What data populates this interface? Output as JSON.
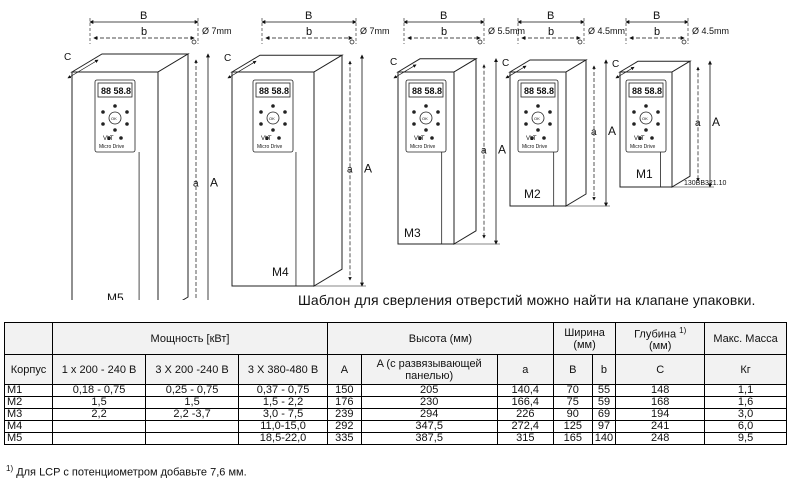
{
  "drawing": {
    "dim_B": "B",
    "dim_b": "b",
    "dim_C": "C",
    "dim_a": "a",
    "dim_A": "A",
    "display_text": "88 58.8",
    "brand": "VLT",
    "product": "Micro Drive",
    "ok": "OK",
    "ref_code": "130BB321.10",
    "housings": [
      {
        "label": "M5",
        "hole": "Ø 7mm"
      },
      {
        "label": "M4",
        "hole": "Ø 7mm"
      },
      {
        "label": "M3",
        "hole": "Ø 5.5mm"
      },
      {
        "label": "M2",
        "hole": "Ø 4.5mm"
      },
      {
        "label": "M1",
        "hole": "Ø 4.5mm"
      }
    ]
  },
  "caption": "Шаблон для сверления отверстий можно найти на клапане упаковки.",
  "table": {
    "head_power": "Мощность [кВт]",
    "head_height": "Высота (мм)",
    "head_width": "Ширина (мм)",
    "head_depth": "Глубина",
    "head_depth_note": "1)",
    "head_depth_unit": "(мм)",
    "head_mass": "Макс. Масса",
    "col_housing": "Корпус",
    "col_p1": "1 x 200 - 240 В",
    "col_p2": "3 X 200 -240 В",
    "col_p3": "3 X 380-480 В",
    "col_A": "A",
    "col_A2": "A (с развязывающей панелью)",
    "col_a": "a",
    "col_B": "B",
    "col_b": "b",
    "col_C": "C",
    "col_kg": "Кг",
    "rows": [
      {
        "housing": "M1",
        "p1": "0,18 - 0,75",
        "p2": "0,25 - 0,75",
        "p3": "0,37 - 0,75",
        "A": "150",
        "A2": "205",
        "a": "140,4",
        "B": "70",
        "b": "55",
        "C": "148",
        "kg": "1,1"
      },
      {
        "housing": "M2",
        "p1": "1,5",
        "p2": "1,5",
        "p3": "1,5 - 2,2",
        "A": "176",
        "A2": "230",
        "a": "166,4",
        "B": "75",
        "b": "59",
        "C": "168",
        "kg": "1,6"
      },
      {
        "housing": "M3",
        "p1": "2,2",
        "p2": "2,2 -3,7",
        "p3": "3,0 - 7,5",
        "A": "239",
        "A2": "294",
        "a": "226",
        "B": "90",
        "b": "69",
        "C": "194",
        "kg": "3,0"
      },
      {
        "housing": "M4",
        "p1": "",
        "p2": "",
        "p3": "11,0-15,0",
        "A": "292",
        "A2": "347,5",
        "a": "272,4",
        "B": "125",
        "b": "97",
        "C": "241",
        "kg": "6,0"
      },
      {
        "housing": "M5",
        "p1": "",
        "p2": "",
        "p3": "18,5-22,0",
        "A": "335",
        "A2": "387,5",
        "a": "315",
        "B": "165",
        "b": "140",
        "C": "248",
        "kg": "9,5"
      }
    ]
  },
  "footnote_mark": "1)",
  "footnote": "Для LCP с потенциометром добавьте 7,6 мм."
}
